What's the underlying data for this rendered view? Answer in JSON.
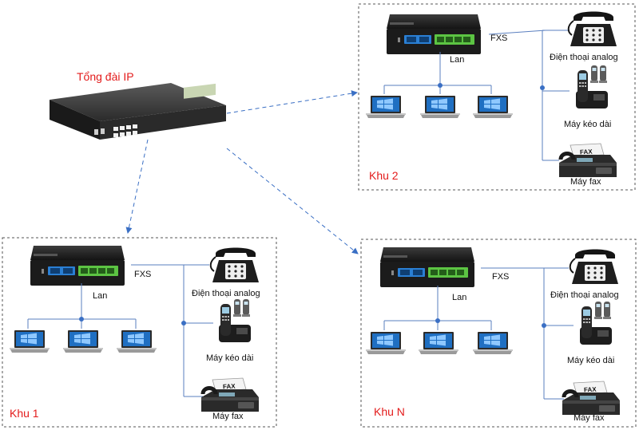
{
  "pbx": {
    "title": "Tổng đài IP"
  },
  "labels": {
    "lan": "Lan",
    "fxs": "FXS",
    "analog_phone": "Điện thoại analog",
    "cordless_phone": "Máy kéo dài",
    "fax_machine": "Máy fax",
    "fax_device_text": "FAX"
  },
  "zones": [
    {
      "name": "Khu 1"
    },
    {
      "name": "Khu 2"
    },
    {
      "name": "Khu N"
    }
  ],
  "colors": {
    "zone_border": "#555555",
    "link_arrow": "#3a6fc4",
    "lan_line": "#5a7fbf",
    "zone_label": "#e31b1b",
    "gateway_body": "#1c1c1c",
    "port_blue": "#2a7fd4",
    "port_green": "#5cc443"
  },
  "icons": [
    "ip-pbx-icon",
    "gateway-icon",
    "laptop-icon",
    "analog-phone-icon",
    "cordless-phone-icon",
    "fax-machine-icon"
  ]
}
